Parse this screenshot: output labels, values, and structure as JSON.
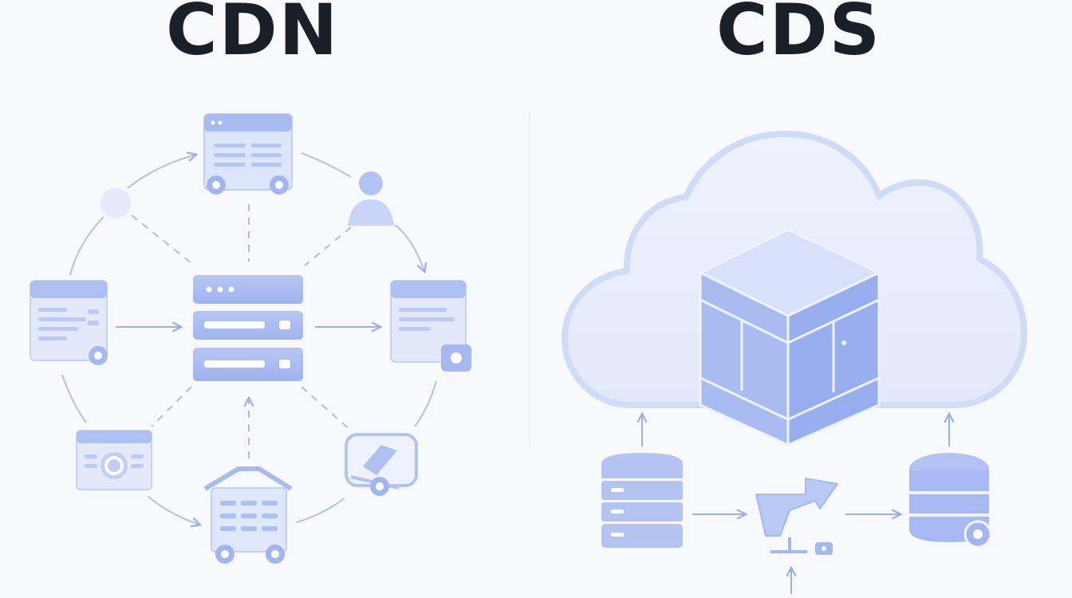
{
  "left_panel": {
    "title": "CDN",
    "nodes": [
      {
        "name": "browser-window-top",
        "icon": "browser-window-icon"
      },
      {
        "name": "browser-window-left",
        "icon": "browser-window-icon"
      },
      {
        "name": "browser-window-right",
        "icon": "browser-window-icon"
      },
      {
        "name": "camera-window",
        "icon": "camera-icon"
      },
      {
        "name": "tablet-device",
        "icon": "tablet-icon"
      },
      {
        "name": "edge-building",
        "icon": "building-icon"
      },
      {
        "name": "user-top-right",
        "icon": "user-icon"
      },
      {
        "name": "user-top-left",
        "icon": "user-icon"
      }
    ],
    "center": {
      "name": "origin-server",
      "icon": "server-stack-icon"
    }
  },
  "right_panel": {
    "title": "CDS",
    "elements": [
      {
        "name": "cloud",
        "icon": "cloud-icon"
      },
      {
        "name": "storage-cube",
        "icon": "cube-icon"
      },
      {
        "name": "database-left",
        "icon": "database-icon"
      },
      {
        "name": "transfer-station",
        "icon": "share-arrow-icon"
      },
      {
        "name": "database-right",
        "icon": "database-icon"
      }
    ]
  },
  "colors": {
    "title": "#1b1f27",
    "accent_blue": "#8fa6ec",
    "light_blue": "#c6d3f6",
    "pale_blue": "#e6ecfb",
    "line": "#a9b7dc",
    "background": "#f8f9fc"
  }
}
